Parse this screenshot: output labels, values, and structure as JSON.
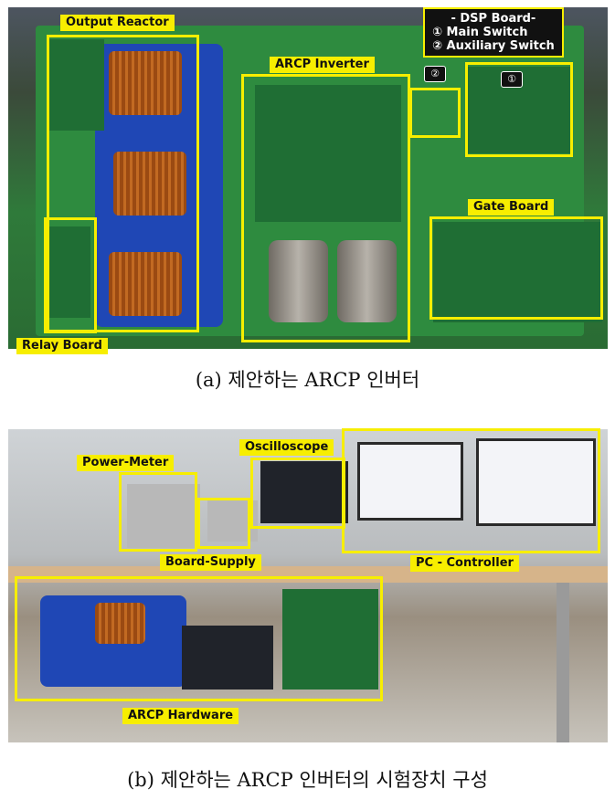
{
  "figure_a": {
    "labels": {
      "output_reactor": "Output Reactor",
      "arcp_inverter": "ARCP Inverter",
      "dsp_title": "- DSP Board-",
      "dsp_main": "① Main Switch",
      "dsp_aux": "② Auxiliary Switch",
      "gate_board": "Gate Board",
      "relay_board": "Relay Board",
      "marker_1": "①",
      "marker_2": "②"
    },
    "caption": "(a) 제안하는 ARCP 인버터"
  },
  "figure_b": {
    "labels": {
      "power_meter": "Power-Meter",
      "oscilloscope": "Oscilloscope",
      "board_supply": "Board-Supply",
      "pc_controller": "PC - Controller",
      "arcp_hardware": "ARCP Hardware"
    },
    "caption": "(b) 제안하는 ARCP 인버터의 시험장치 구성"
  },
  "colors": {
    "highlight": "#f7ee00",
    "board": "#2e8b3f"
  }
}
